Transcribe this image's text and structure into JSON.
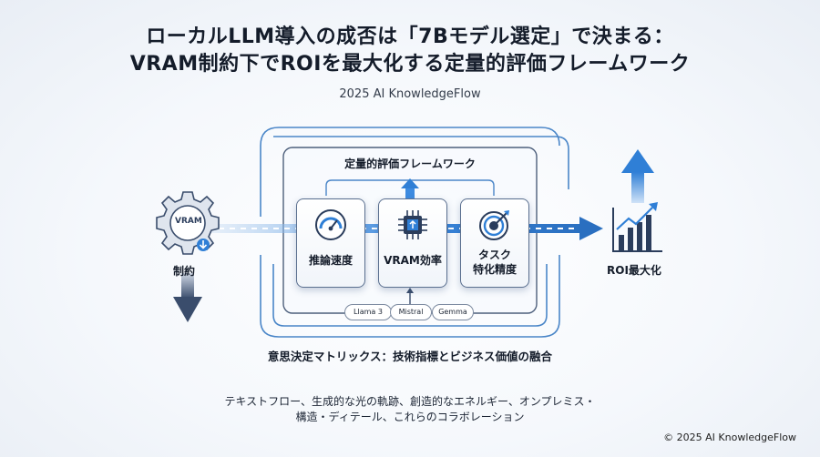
{
  "header": {
    "title_line1": "ローカルLLM導入の成否は「7Bモデル選定」で決まる：",
    "title_line2": "VRAM制約下でROIを最大化する定量的評価フレームワーク",
    "subtitle": "2025 AI KnowledgeFlow"
  },
  "diagram": {
    "left_gear_label": "VRAM",
    "left_label": "制約",
    "right_label": "ROI最大化",
    "framework_title": "定量的評価フレームワーク",
    "cards": [
      {
        "label_line1": "推論速度",
        "label_line2": ""
      },
      {
        "label_line1": "VRAM効率",
        "label_line2": ""
      },
      {
        "label_line1": "タスク",
        "label_line2": "特化精度"
      }
    ],
    "models": [
      "Llama 3",
      "Mistral",
      "Gemma"
    ],
    "decision_matrix": "意思決定マトリックス：技術指標とビジネス価値の融合"
  },
  "footer": {
    "desc_line1": "テキストフロー、生成的な光の軌跡、創造的なエネルギー、オンプレミス・",
    "desc_line2": "構造・ディテール、これらのコラボレーション",
    "copyright": "© 2025 AI KnowledgeFlow"
  },
  "colors": {
    "accent_blue": "#2f7fd6",
    "navy": "#2b3d5c",
    "frame_blue": "#4a86c8"
  }
}
